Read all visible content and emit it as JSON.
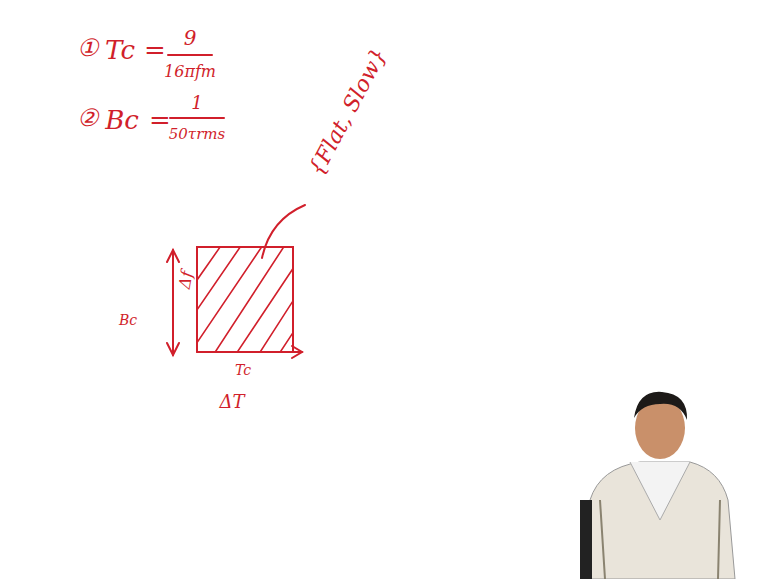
{
  "diagram": {
    "labels": [
      "①",
      "Tc",
      "=",
      "9",
      "16πfm",
      "②",
      "Bc",
      "=",
      "1",
      "50τrms",
      "{Flat, Slow}",
      "Bc",
      "Δf",
      "Tc",
      "ΔT"
    ]
  }
}
